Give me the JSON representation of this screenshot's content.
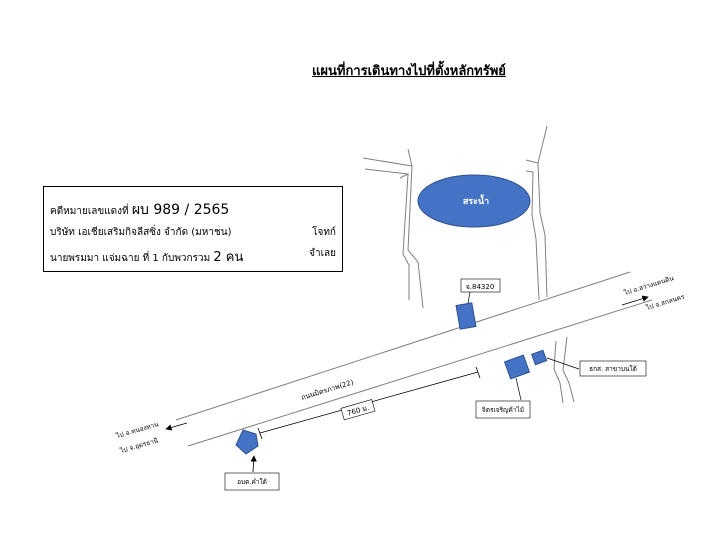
{
  "title": "แผนที่การเดินทางไปที่ตั้งหลักทรัพย์",
  "case": {
    "prefix": "คดีหมายเลขแดงที่",
    "number": "ผบ 989 / 2565",
    "plaintiff": "บริษัท เอเชียเสริมกิจลีสซิ่ง จำกัด (มหาชน)",
    "plaintiff_role": "โจทก์",
    "defendant_prefix": "นายพรมมา แจ่มฉาย ที่ 1 กับพวกรวม",
    "defendant_count": "2 คน",
    "defendant_role": "จำเลย"
  },
  "map": {
    "pond_label": "สระน้ำ",
    "road_label": "ถนนมิตรภาพ(22)",
    "distance_label": "760 ม.",
    "property_label": "จ.84320",
    "landmark_left": "อบต.คำใต้",
    "landmark_right_1": "จิตรเจริญค้าไม้",
    "landmark_right_2": "ธกส. สาขาบนใต้",
    "dir_left_1": "ไป อ.หนองหาน",
    "dir_left_2": "ไป จ.อุดรธานี",
    "dir_right_1": "ไป อ.สว่างแดนดิน",
    "dir_right_2": "ไป จ.สกลนคร",
    "colors": {
      "building": "#4472c4",
      "building_edge": "#2f528f",
      "pond": "#4472c4"
    }
  }
}
